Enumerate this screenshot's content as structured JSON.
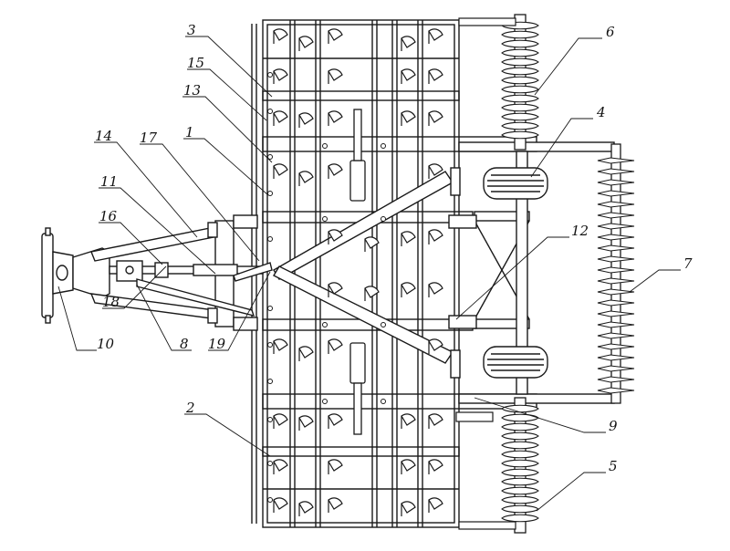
{
  "drawing": {
    "colors": {
      "line": "#1a1a1a",
      "fill": "#ffffff",
      "accent": "#555555"
    },
    "labels": [
      "1",
      "2",
      "3",
      "4",
      "5",
      "6",
      "7",
      "8",
      "9",
      "10",
      "11",
      "12",
      "13",
      "14",
      "15",
      "16",
      "17",
      "18",
      "19"
    ]
  }
}
